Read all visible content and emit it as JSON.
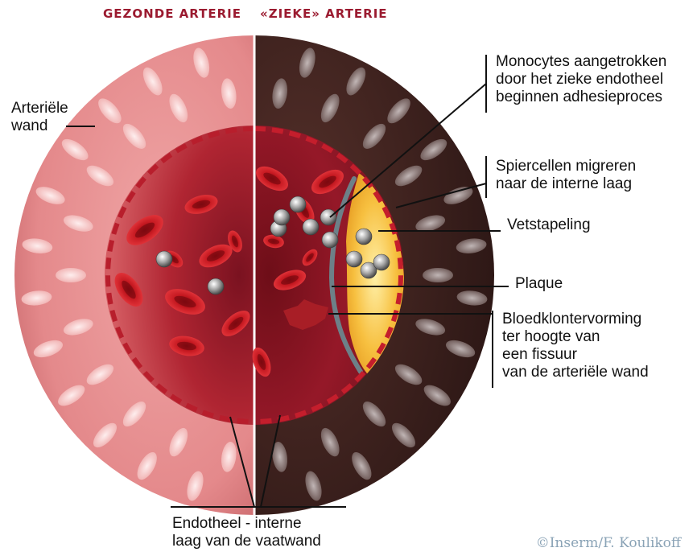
{
  "header": {
    "healthy": "GEZONDE ARTERIE",
    "diseased": "«ZIEKE» ARTERIE"
  },
  "labels": {
    "arterial_wall": [
      "Arteriële",
      "wand"
    ],
    "monocytes": [
      "Monocytes aangetrokken",
      "door het zieke endotheel",
      "beginnen adhesieproces"
    ],
    "muscle_cells": [
      "Spiercellen migreren",
      "naar de interne laag"
    ],
    "fat": [
      "Vetstapeling"
    ],
    "plaque": [
      "Plaque"
    ],
    "clot": [
      "Bloedklontervorming",
      "ter hoogte van",
      "een fissuur",
      "van de arteriële wand"
    ],
    "endothelium": [
      "Endotheel - interne",
      "laag van de vaatwand"
    ]
  },
  "credit": "©Inserm/F. Koulikoff",
  "colors": {
    "header": "#9b1b30",
    "healthy_wall": "#e58a8c",
    "diseased_wall": "#3c201d",
    "lumen": "#b02530",
    "fat": "#f7c040",
    "blood_cell": "#c41820",
    "monocyte": "#8a8a8a",
    "credit": "#8aa3b6"
  }
}
